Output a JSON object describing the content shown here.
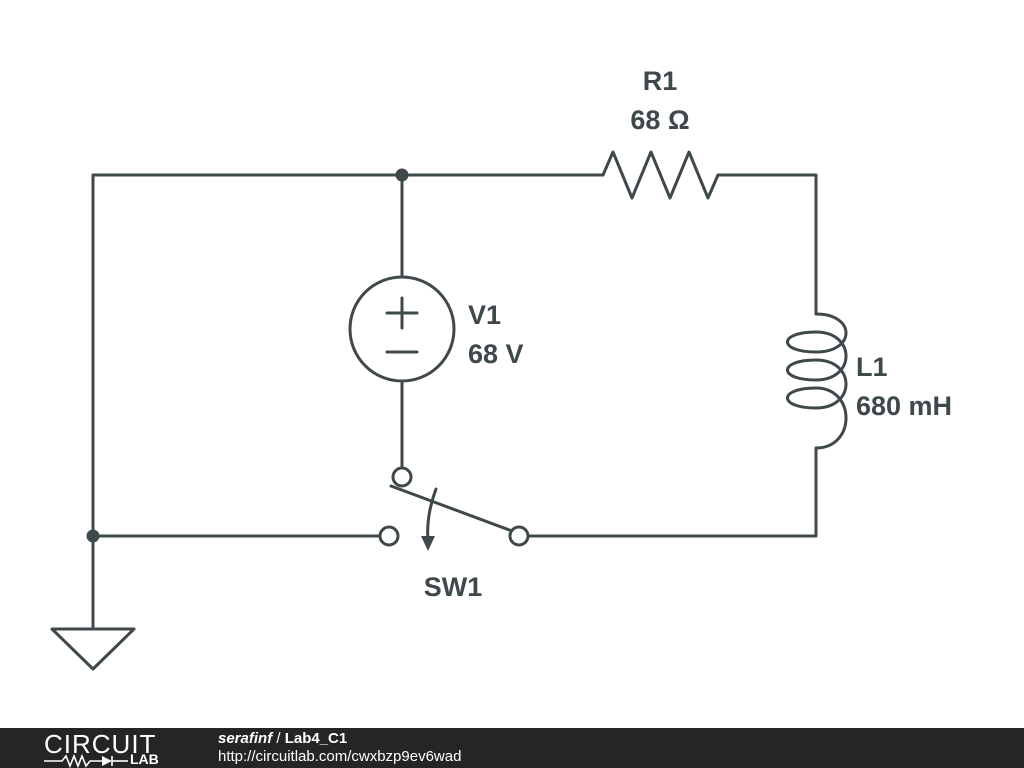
{
  "circuit": {
    "components": [
      {
        "ref": "R1",
        "value": "68 Ω"
      },
      {
        "ref": "V1",
        "value": "68 V"
      },
      {
        "ref": "L1",
        "value": "680 mH"
      },
      {
        "ref": "SW1"
      }
    ]
  },
  "footer": {
    "logo_top": "CIRCUIT",
    "logo_bottom": "LAB",
    "author": "serafinf",
    "separator": "/",
    "project": "Lab4_C1",
    "url": "http://circuitlab.com/cwxbzp9ev6wad"
  },
  "colors": {
    "ink": "#3f484b",
    "footer_bg": "#252525",
    "background": "#ffffff"
  }
}
